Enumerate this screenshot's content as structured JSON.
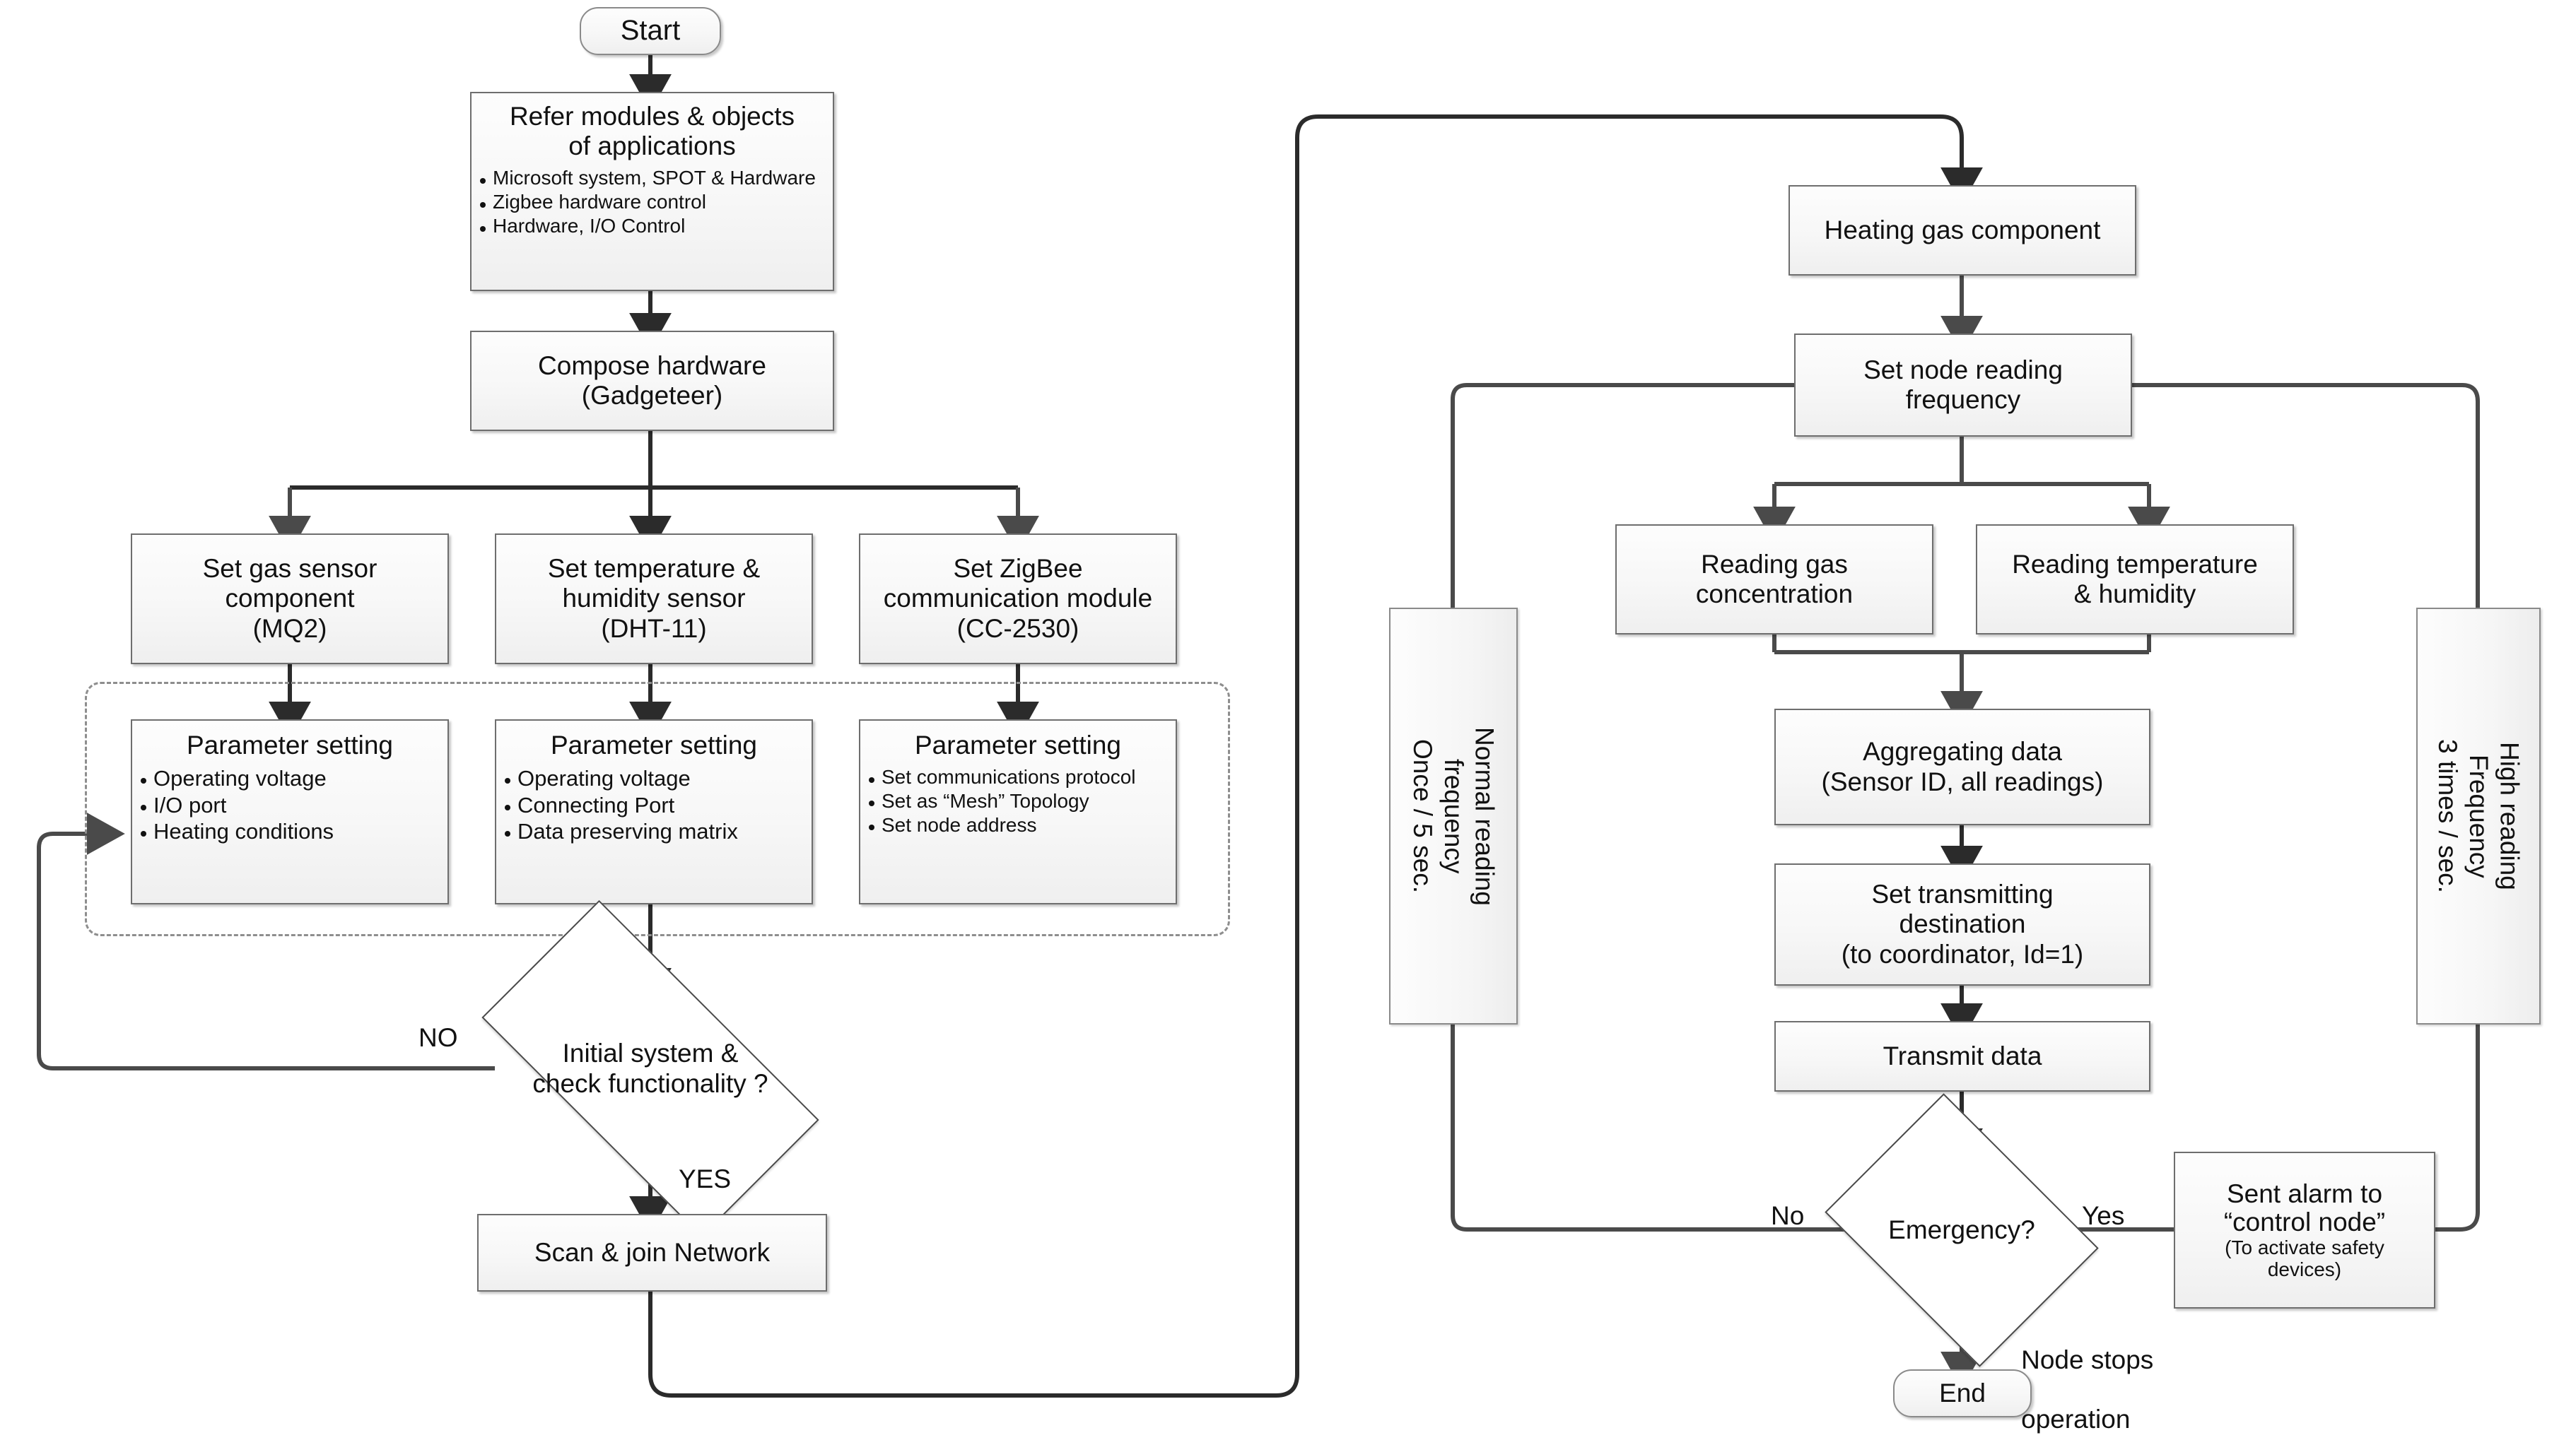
{
  "diagram": {
    "title": "Gas sensing node firmware flowchart",
    "colors": {
      "node_border": "#6e6e6e",
      "node_fill": "#f7f7f7",
      "line": "#2b2b2b",
      "text": "#111111",
      "group_dash": "#8e8e8e"
    }
  },
  "left_branch": {
    "start": {
      "label": "Start"
    },
    "refer": {
      "title_line1": "Refer modules & objects",
      "title_line2": "of applications",
      "bullets": [
        "Microsoft system, SPOT & Hardware",
        "Zigbee hardware  control",
        "Hardware, I/O Control"
      ]
    },
    "compose": {
      "line1": "Compose hardware",
      "line2": "(Gadgeteer)"
    },
    "sensors": [
      {
        "line1": "Set gas sensor",
        "line2": "component",
        "line3": "(MQ2)"
      },
      {
        "line1": "Set temperature &",
        "line2": "humidity sensor",
        "line3": "(DHT-11)"
      },
      {
        "line1": "Set ZigBee",
        "line2": "communication module",
        "line3": "(CC-2530)"
      }
    ],
    "parameters": [
      {
        "title": "Parameter setting",
        "bullets": [
          "Operating voltage",
          "I/O port",
          "Heating conditions"
        ]
      },
      {
        "title": "Parameter setting",
        "bullets": [
          "Operating voltage",
          "Connecting Port",
          "Data preserving matrix"
        ]
      },
      {
        "title": "Parameter setting",
        "bullets": [
          "Set communications protocol",
          "Set as  “Mesh”  Topology",
          "Set node address"
        ]
      }
    ],
    "decision": {
      "line1": "Initial system &",
      "line2": "check functionality ?",
      "no_label": "NO",
      "yes_label": "YES"
    },
    "scan": {
      "label": "Scan & join Network"
    }
  },
  "right_branch": {
    "heating": {
      "label": "Heating gas component"
    },
    "set_freq": {
      "line1": "Set node reading",
      "line2": "frequency"
    },
    "reads": [
      {
        "line1": "Reading gas",
        "line2": "concentration"
      },
      {
        "line1": "Reading temperature",
        "line2": "& humidity"
      }
    ],
    "aggregate": {
      "line1": "Aggregating data",
      "line2": "(Sensor ID, all readings)"
    },
    "destination": {
      "line1": "Set transmitting",
      "line2": "destination",
      "line3": "(to coordinator, Id=1)"
    },
    "transmit": {
      "label": "Transmit data"
    },
    "emergency": {
      "label": "Emergency?",
      "no_label": "No",
      "yes_label": "Yes"
    },
    "alarm": {
      "line1": "Sent alarm to",
      "line2": "“control node”",
      "line3": "(To activate safety",
      "line4": "devices)"
    },
    "end": {
      "label": "End",
      "note_line1": "Node stops",
      "note_line2": "operation"
    },
    "normal_rate": {
      "line1": "Normal reading",
      "line2": "frequency",
      "line3": "Once / 5 sec."
    },
    "high_rate": {
      "line1": "High reading",
      "line2": "Frequency",
      "line3": "3 times / sec."
    }
  }
}
